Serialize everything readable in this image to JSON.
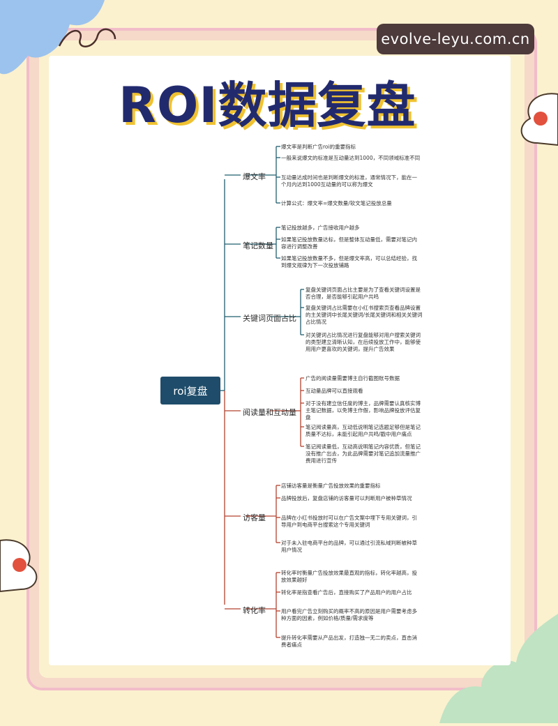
{
  "watermark": "evolve-leyu.com.cn",
  "title": "ROI数据复盘",
  "root": "roi复盘",
  "branches": [
    {
      "label": "爆文率",
      "items": [
        "爆文率是判断广告roi的重要指标",
        "一般来说爆文的标准是互动量达到1000，不同领域标准不同",
        "互动量达成时间也是判断爆文的标准，通常情况下，能在一个月内达到1000互动量的可以称为爆文",
        "计算公式：爆文率=爆文数量/软文笔记投放总量"
      ]
    },
    {
      "label": "笔记数量",
      "items": [
        "笔记投放越多，广告接收用户越多",
        "如果笔记投放数量达标，但是整体互动量低，需要对笔记内容进行调整改善",
        "如果笔记投放数量不多，但是爆文率高，可以总结经验，找到爆文规律为下一次投放铺路"
      ]
    },
    {
      "label": "关键词页面占比",
      "items": [
        "复盘关键词页面占比主要是为了查看关键词设置是否合理，是否能够引起用户共鸣",
        "复盘关键词占比需要在小红书搜索页查看品牌设置的主关键词中长尾关键词/长尾关键词和相关关键词占比情况",
        "对关键词占比情况进行复盘能够对用户搜索关键词的类型建立清晰认知，在后续投放工作中，能够使用用户更喜欢的关键词，提升广告效果"
      ]
    },
    {
      "label": "阅读量和互动量",
      "items": [
        "广告的阅读量需要博主自行截图账号数据",
        "互动量品牌可以直接观看",
        "对于没有建立信任度的博主，品牌需要认真核实博主笔记数据，以免博主作假，影响品牌投放评估复盘",
        "笔记阅读量高，互动低说明笔记选题足够但是笔记质量不达标，未能引起用户共鸣/戳中用户痛点",
        "笔记阅读量低，互动高说明笔记内容优质，但笔记没有推广出去，为此品牌需要对笔记追加流量推广费用进行宣传"
      ]
    },
    {
      "label": "访客量",
      "items": [
        "店铺访客量是衡量广告投放效果的重要指标",
        "品牌投放后，复盘店铺的访客量可以判断用户被种草情况",
        "品牌在小红书投放时可以在广告文案中埋下专用关键词，引导用户到电商平台搜索这个专用关键词",
        "对于未入驻电商平台的品牌，可以通过引流私域判断被种草用户情况"
      ]
    },
    {
      "label": "转化率",
      "items": [
        "转化率时衡量广告投放效果最直观的指标，转化率越高，投放效果越好",
        "转化率是指查看广告后，直接购买了产品用户的用户占比",
        "用户看完广告立刻购买的概率不高的原因是用户需要考虑多种方面的因素，例如价格/质量/需求度等",
        "提升转化率需要从产品出发，打造独一无二的卖点，直击消费者痛点"
      ]
    }
  ],
  "colors": {
    "title": "#222a6e",
    "titleShadow": "#f0c231",
    "root": "#1f4c6a",
    "line": "#1f5d6e",
    "redLine": "#b3412e"
  }
}
